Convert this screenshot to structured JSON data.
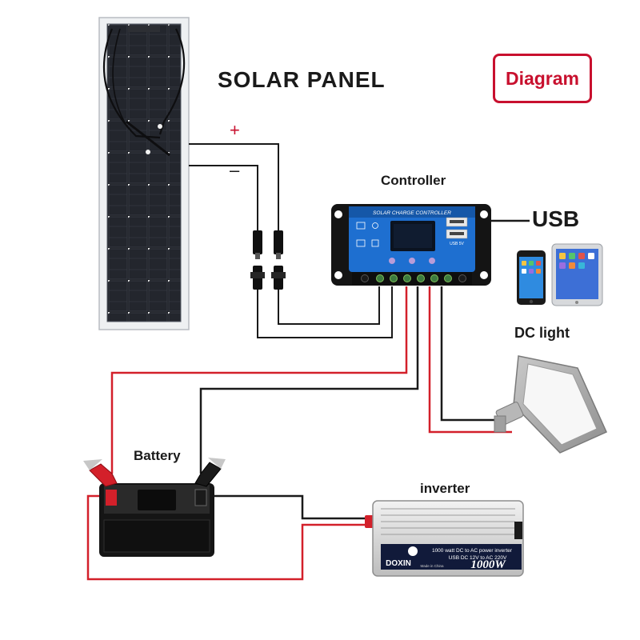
{
  "diagram": {
    "panel_title": "SOLAR PANEL",
    "badge": "Diagram",
    "controller_label": "Controller",
    "usb_label": "USB",
    "dc_light_label": "DC light",
    "battery_label": "Battery",
    "inverter_label": "inverter",
    "positive_symbol": "+",
    "negative_symbol": "–"
  },
  "controller_device": {
    "header": "SOLAR CHARGE CONTROLLER",
    "usb_port_label": "USB 5V"
  },
  "inverter_device": {
    "brand": "DOXIN",
    "spec_line": "1000 watt DC to AC power inverter",
    "voltage_line": "USB DC 12V to AC 220V",
    "rating": "1000W",
    "origin": "Made in China"
  },
  "colors": {
    "positive_wire": "#d3202a",
    "negative_wire": "#1a1a1a",
    "panel_cells": "#1b1d22",
    "controller_blue": "#1e6fd0",
    "badge_red": "#c8102e"
  },
  "icons": [
    "solar-panel-icon",
    "mc4-connector-icon",
    "charge-controller-icon",
    "smartphone-icon",
    "tablet-icon",
    "floodlight-icon",
    "battery-icon",
    "alligator-clip-icon",
    "power-inverter-icon"
  ]
}
